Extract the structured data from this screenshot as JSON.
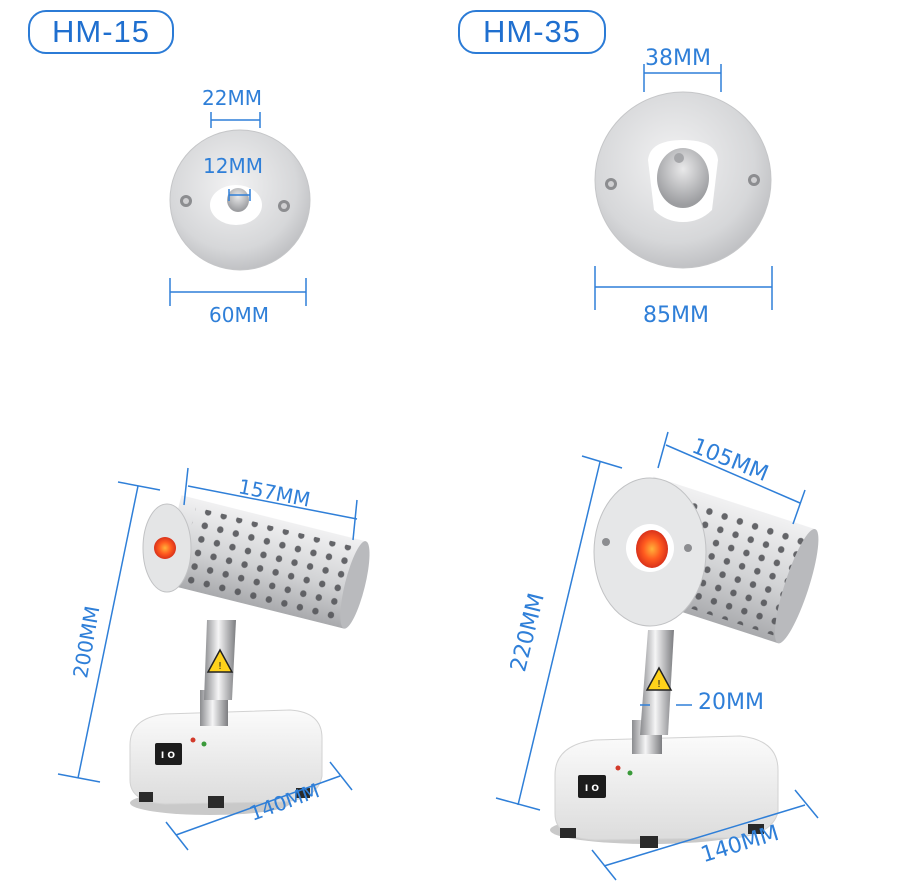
{
  "models": {
    "left": {
      "name": "HM-15"
    },
    "right": {
      "name": "HM-35"
    }
  },
  "dimensions": {
    "hm15_outer_top": "22MM",
    "hm15_inner": "12MM",
    "hm15_width": "60MM",
    "hm35_top": "38MM",
    "hm35_width": "85MM",
    "hm15_length": "157MM",
    "hm15_height": "200MM",
    "hm15_base": "140MM",
    "hm35_diameter": "105MM",
    "hm35_height": "220MM",
    "hm35_post": "20MM",
    "hm35_base": "140MM"
  },
  "switch": {
    "left_label": "I O",
    "right_label": "I O"
  },
  "colors": {
    "accent": "#2b7bd6",
    "heater_glow": "#ff5a1f",
    "metal": "#d9dadc",
    "base": "#f4f4f4"
  }
}
